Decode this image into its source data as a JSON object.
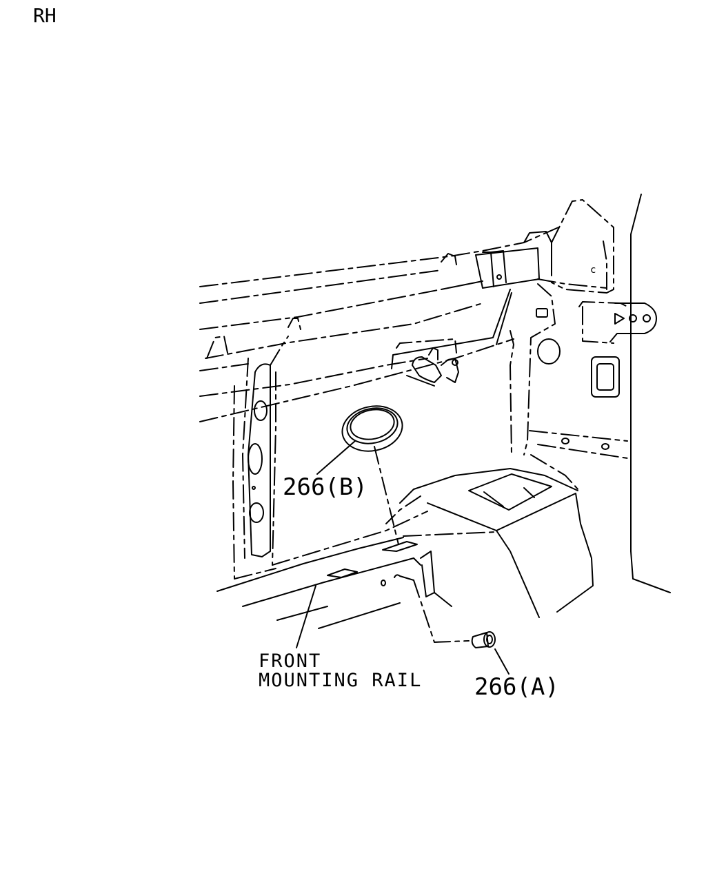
{
  "corner_label": "RH",
  "callouts": {
    "part_b": "266(B)",
    "part_a": "266(A)"
  },
  "rail_label": {
    "line1": "FRONT",
    "line2": "MOUNTING RAIL"
  },
  "colors": {
    "line": "#000000",
    "background": "#ffffff"
  }
}
